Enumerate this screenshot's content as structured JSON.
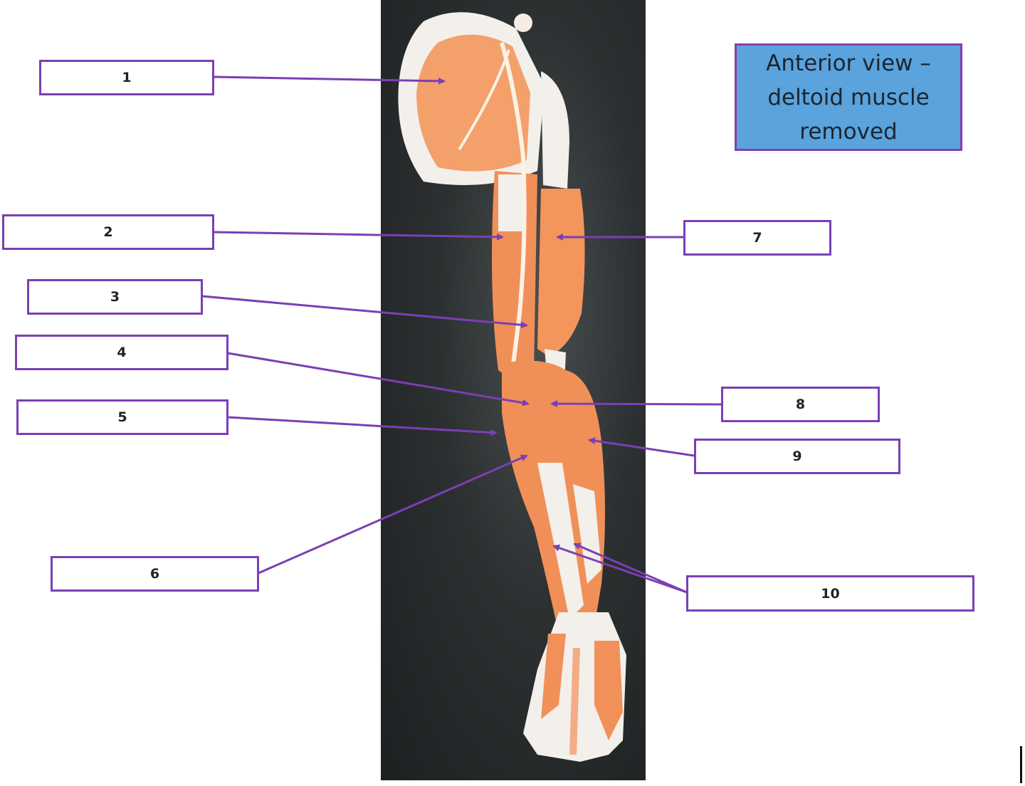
{
  "title_box": {
    "lines": [
      "Anterior view –",
      "deltoid muscle",
      "removed"
    ],
    "background": "#5aa3dc",
    "border": "#8a3cb0"
  },
  "labels": [
    {
      "id": "1",
      "text": "1"
    },
    {
      "id": "2",
      "text": "2"
    },
    {
      "id": "3",
      "text": "3"
    },
    {
      "id": "4",
      "text": "4"
    },
    {
      "id": "5",
      "text": "5"
    },
    {
      "id": "6",
      "text": "6"
    },
    {
      "id": "7",
      "text": "7"
    },
    {
      "id": "8",
      "text": "8"
    },
    {
      "id": "9",
      "text": "9"
    },
    {
      "id": "10",
      "text": "10"
    }
  ],
  "colors": {
    "leader_line": "#7b3fb5",
    "muscle": "#f2905a",
    "tendon": "#f4eee8",
    "background_photo": "#2c3031"
  }
}
